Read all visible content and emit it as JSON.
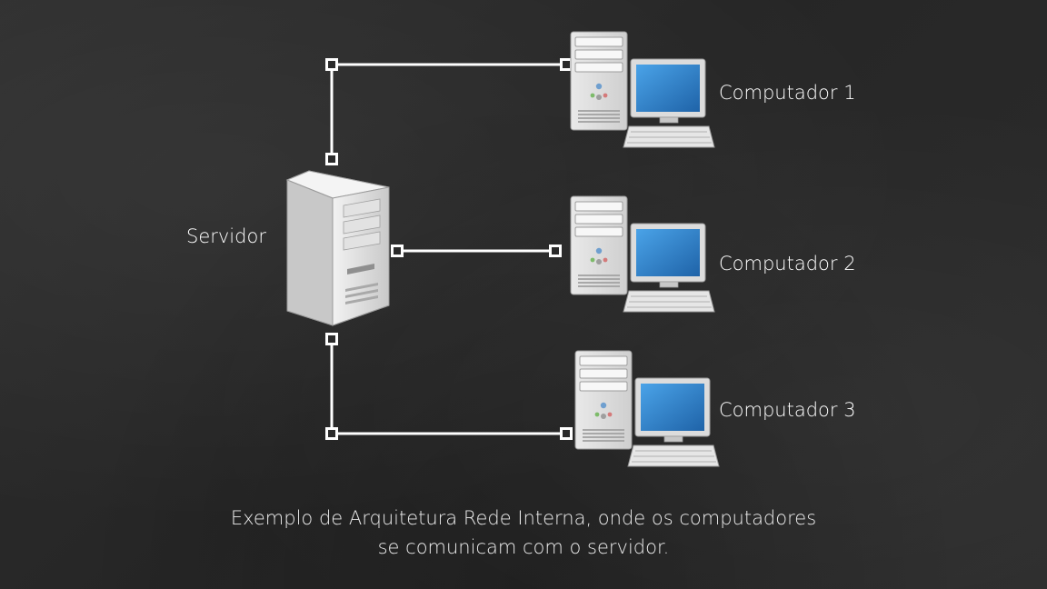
{
  "server": {
    "label": "Servidor"
  },
  "computers": [
    {
      "label": "Computador 1"
    },
    {
      "label": "Computador 2"
    },
    {
      "label": "Computador 3"
    }
  ],
  "caption": {
    "line1": "Exemplo de Arquitetura Rede Interna, onde os computadores",
    "line2": "se comunicam com o servidor."
  },
  "colors": {
    "background": "#2b2b2b",
    "line": "#ffffff",
    "monitor_screen": "#2f7fc8",
    "device_body": "#d9d9d9"
  }
}
